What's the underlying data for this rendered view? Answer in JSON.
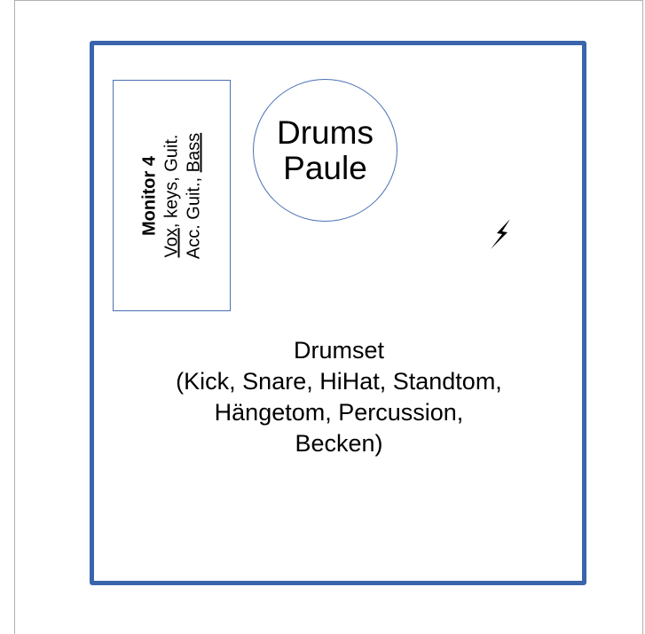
{
  "drummer": {
    "line1": "Drums",
    "line2": "Paule"
  },
  "monitor": {
    "title": "Monitor 4",
    "mix_line1_part1": "Vox",
    "mix_line1_part2": ", keys, Guit.",
    "mix_line2_part1": "Acc. Guit., ",
    "mix_line2_part2": "Bass"
  },
  "drumset": {
    "line1": "Drumset",
    "line2": "(Kick, Snare, HiHat, Standtom,",
    "line3": "Hängetom, Percussion,",
    "line4": "Becken)"
  },
  "colors": {
    "stage_border": "#3a64ab",
    "shape_border": "#4a70b4"
  },
  "icons": {
    "power": "lightning-bolt-icon"
  }
}
